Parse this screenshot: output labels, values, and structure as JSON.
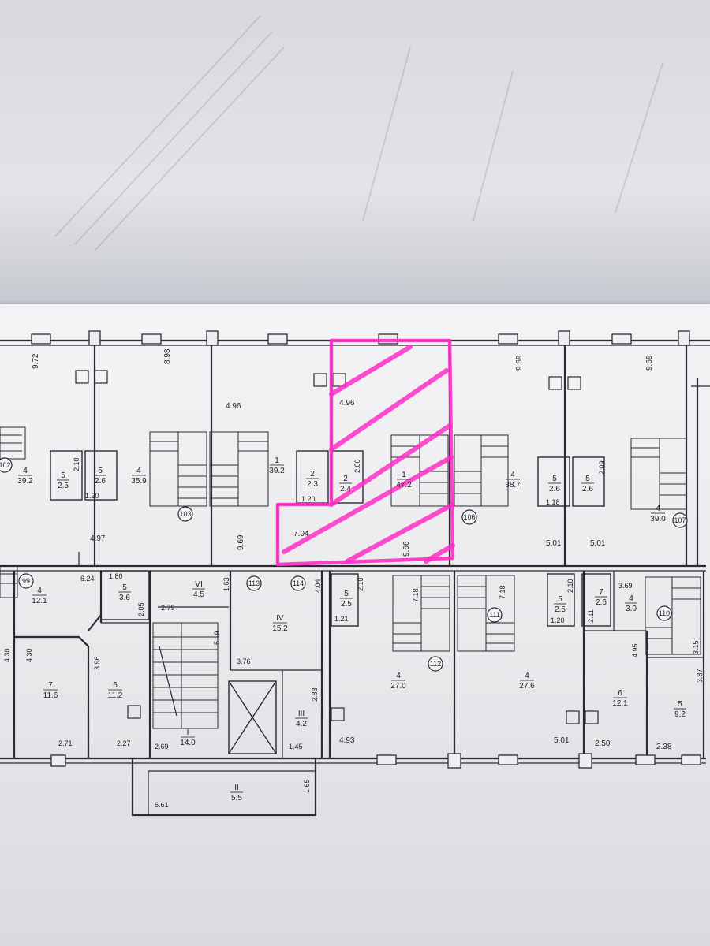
{
  "colors": {
    "highlight": "#ff2ec8",
    "line": "#2a2a30",
    "paper": "#f1f1f3",
    "background": "#c9ccd3"
  },
  "rooms": [
    {
      "id": "r-w-4",
      "num": "4",
      "area": "39.2"
    },
    {
      "id": "r-w-5",
      "num": "5",
      "area": "2.5"
    },
    {
      "id": "r-a-5",
      "num": "5",
      "area": "2.6"
    },
    {
      "id": "r-a-4",
      "num": "4",
      "area": "35.9"
    },
    {
      "id": "r-b-1",
      "num": "1",
      "area": "39.2"
    },
    {
      "id": "r-b-2",
      "num": "2",
      "area": "2.3"
    },
    {
      "id": "r-h-2",
      "num": "2",
      "area": "2.4"
    },
    {
      "id": "r-h-1",
      "num": "1",
      "area": "47.2"
    },
    {
      "id": "r-c-4",
      "num": "4",
      "area": "38.7"
    },
    {
      "id": "r-c-5",
      "num": "5",
      "area": "2.6"
    },
    {
      "id": "r-d-5",
      "num": "5",
      "area": "2.6"
    },
    {
      "id": "r-d-4",
      "num": "4",
      "area": "39.0"
    },
    {
      "id": "r-l-4",
      "num": "4",
      "area": "12.1"
    },
    {
      "id": "r-l-5",
      "num": "5",
      "area": "3.6"
    },
    {
      "id": "r-VI",
      "num": "VI",
      "area": "4.5"
    },
    {
      "id": "r-IV",
      "num": "IV",
      "area": "15.2"
    },
    {
      "id": "r-m-5",
      "num": "5",
      "area": "2.5"
    },
    {
      "id": "r-m-4",
      "num": "4",
      "area": "27.0"
    },
    {
      "id": "r-n-4",
      "num": "4",
      "area": "27.6"
    },
    {
      "id": "r-n-5",
      "num": "5",
      "area": "2.5"
    },
    {
      "id": "r-o-7",
      "num": "7",
      "area": "2.6"
    },
    {
      "id": "r-o-4",
      "num": "4",
      "area": "3.0"
    },
    {
      "id": "r-l-7",
      "num": "7",
      "area": "11.6"
    },
    {
      "id": "r-l-6",
      "num": "6",
      "area": "11.2"
    },
    {
      "id": "r-I",
      "num": "I",
      "area": "14.0"
    },
    {
      "id": "r-III",
      "num": "III",
      "area": "4.2"
    },
    {
      "id": "r-II",
      "num": "II",
      "area": "5.5"
    },
    {
      "id": "r-o-6",
      "num": "6",
      "area": "12.1"
    },
    {
      "id": "r-o-5b",
      "num": "5",
      "area": "9.2"
    }
  ],
  "dimensions": [
    "9.72",
    "8.93",
    "4.96",
    "4.96",
    "9.69",
    "9.69",
    "2.10",
    "1.20",
    "2.06",
    "1.20",
    "2.09",
    "1.18",
    "4.97",
    "9.69",
    "7.04",
    "9.66",
    "5.01",
    "5.01",
    "6.24",
    "1.80",
    "2.05",
    "2.79",
    "1.63",
    "4.04",
    "2.10",
    "7.18",
    "7.18",
    "2.10",
    "3.69",
    "1.21",
    "1.20",
    "2.11",
    "4.30",
    "4.30",
    "3.96",
    "5.19",
    "3.76",
    "2.88",
    "4.95",
    "3.15",
    "3.87",
    "2.71",
    "2.27",
    "2.69",
    "1.45",
    "4.93",
    "5.01",
    "2.50",
    "2.38",
    "1.65",
    "6.61"
  ],
  "markers": [
    "102",
    "103",
    "106",
    "107",
    "99",
    "113",
    "114",
    "111",
    "112",
    "110"
  ]
}
